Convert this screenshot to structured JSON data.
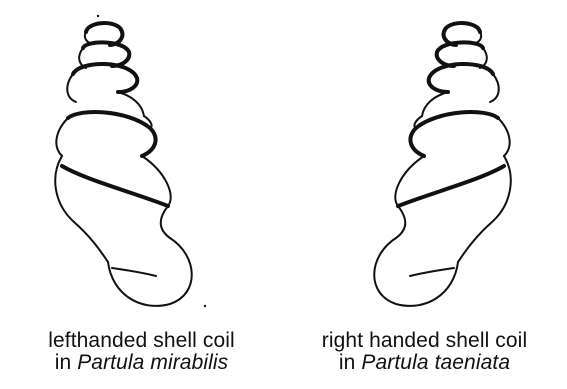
{
  "figures": [
    {
      "caption_line1": "lefthanded shell coil",
      "caption_prefix": "in",
      "species": "Partula mirabilis"
    },
    {
      "caption_line1": "right handed shell coil",
      "caption_prefix": "in",
      "species": "Partula taeniata"
    }
  ]
}
